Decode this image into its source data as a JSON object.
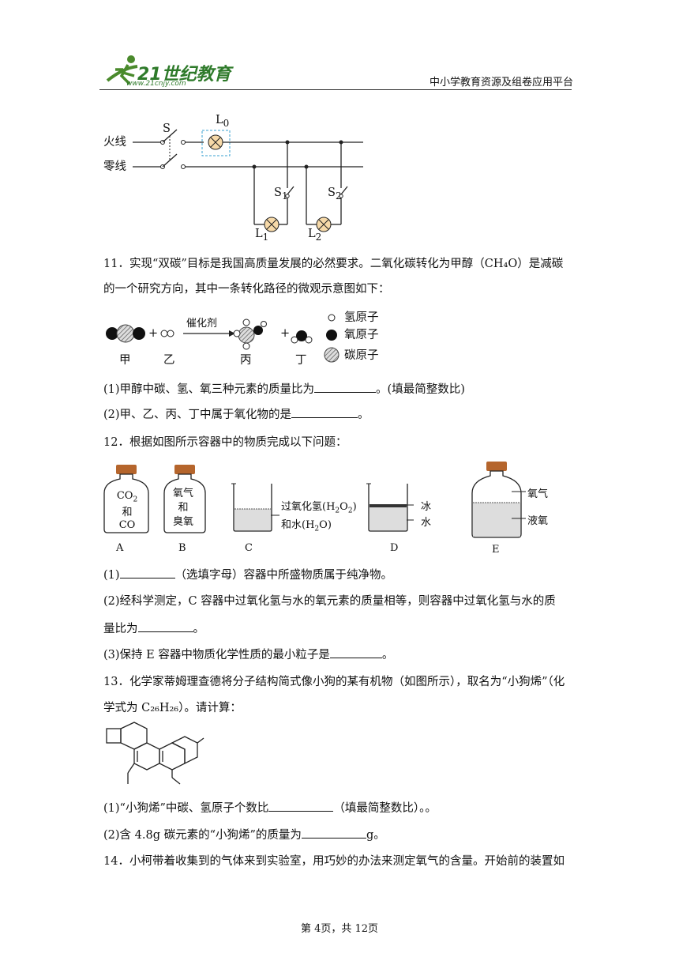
{
  "header": {
    "logo_text": "21世纪教育",
    "logo_url": "www.21cnjy.com",
    "platform": "中小学教育资源及组卷应用平台"
  },
  "circuit": {
    "live_wire": "火线",
    "neutral_wire": "零线",
    "switch_s": "S",
    "lamp_l0": "L",
    "lamp_l0_sub": "0",
    "switch_s1": "S",
    "switch_s1_sub": "1",
    "switch_s2": "S",
    "switch_s2_sub": "2",
    "lamp_l1": "L",
    "lamp_l1_sub": "1",
    "lamp_l2": "L",
    "lamp_l2_sub": "2"
  },
  "q11": {
    "stem_line1": "11．实现“双碳”目标是我国高质量发展的必然要求。二氧化碳转化为甲醇（CH₄O）是减碳",
    "stem_line2": "的一个研究方向，其中一条转化路径的微观示意图如下：",
    "catalyst": "催化剂",
    "plus": "+",
    "jia": "甲",
    "yi": "乙",
    "bing": "丙",
    "ding": "丁",
    "legend_h": "氢原子",
    "legend_o": "氧原子",
    "legend_c": "碳原子",
    "p1_a": "(1)甲醇中碳、氢、氧三种元素的质量比为",
    "p1_b": "。(填最简整数比)",
    "p2_a": "(2)甲、乙、丙、丁中属于氧化物的是",
    "p2_b": "。"
  },
  "q12": {
    "stem": "12．根据如图所示容器中的物质完成以下问题：",
    "a_line1": "CO",
    "a_sub": "2",
    "a_line2": "和",
    "a_line3": "CO",
    "b_line1": "氧气",
    "b_line2": "和",
    "b_line3": "臭氧",
    "c_label1": "过氧化氢(H",
    "c_label1b": "2",
    "c_label1c": "O",
    "c_label1d": "2",
    "c_label1e": ")",
    "c_label2": "和水(H",
    "c_label2b": "2",
    "c_label2c": "O)",
    "d_ice": "冰",
    "d_water": "水",
    "e_oxygen": "氧气",
    "e_liquid": "液氧",
    "cap_a": "A",
    "cap_b": "B",
    "cap_c": "C",
    "cap_d": "D",
    "cap_e": "E",
    "p1_a": "(1)",
    "p1_b": "（选填字母）容器中所盛物质属于纯净物。",
    "p2_line1": "(2)经科学测定，C 容器中过氧化氢与水的氧元素的质量相等，则容器中过氧化氢与水的质",
    "p2_line2_a": "量比为",
    "p2_line2_b": "。",
    "p3_a": "(3)保持 E 容器中物质化学性质的最小粒子是",
    "p3_b": "。"
  },
  "q13": {
    "stem_line1": "13．化学家蒂姆理查德将分子结构简式像小狗的某有机物（如图所示），取名为“小狗烯”（化",
    "stem_line2": "学式为 C₂₆H₂₆）。请计算：",
    "p1_a": "(1)“小狗烯”中碳、氢原子个数比",
    "p1_b": "（填最简整数比）。。",
    "p2_a": "(2)含 4.8g 碳元素的“小狗烯”的质量为",
    "p2_b": "g。"
  },
  "q14": {
    "stem_line1": "14．小柯带着收集到的气体来到实验室，用巧妙的办法来测定氧气的含量。开始前的装置如"
  },
  "footer": {
    "page": "第 4页，共 12页"
  }
}
